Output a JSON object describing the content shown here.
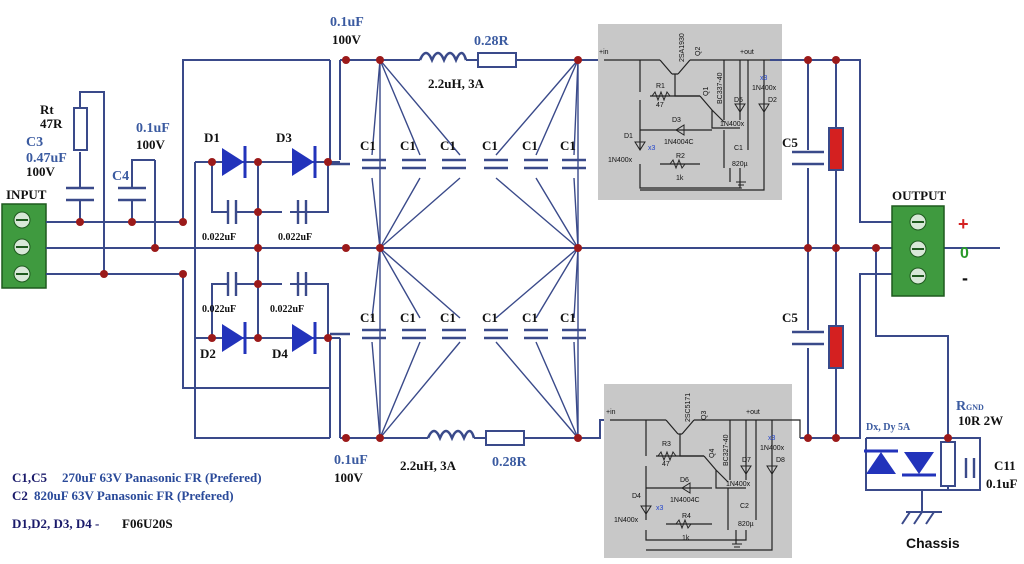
{
  "colors": {
    "wire": "#3a4a8a",
    "node": "#9b1a1a",
    "connector": "#3f9a3f",
    "diode": "#2233bb",
    "resistor_fill": "#d42020",
    "regulator_box": "#c8c8c8",
    "label_blue": "#3a5aa0",
    "plus_red": "#d42020",
    "zero_green": "#2a9a2a"
  },
  "input": {
    "label": "INPUT"
  },
  "output": {
    "label": "OUTPUT",
    "plus": "+",
    "zero": "0",
    "minus": "-"
  },
  "components": {
    "rt_name": "Rt",
    "rt_value": "47R",
    "c3_name": "C3",
    "c3_value": "0.47uF",
    "c3_voltage": "100V",
    "c4_name": "C4",
    "c4_value": "0.1uF",
    "c4_voltage": "100V",
    "d1": "D1",
    "d2": "D2",
    "d3": "D3",
    "d4": "D4",
    "snub_top_left": "0.022uF",
    "snub_top_right": "0.022uF",
    "snub_bot_left": "0.022uF",
    "snub_bot_right": "0.022uF",
    "cap_top_value": "0.1uF",
    "cap_top_voltage": "100V",
    "cap_bot_value": "0.1uF",
    "cap_bot_voltage": "100V",
    "ind_top": "2.2uH, 3A",
    "res_top": "0.28R",
    "ind_bot": "2.2uH, 3A",
    "res_bot": "0.28R",
    "c1": "C1",
    "c5": "C5",
    "dxdy": "Dx, Dy 5A",
    "rgnd_main": "R",
    "rgnd_sub": "GND",
    "rgnd_value": "10R 2W",
    "c11_name": "C11",
    "c11_value": "0.1uF",
    "chassis": "Chassis"
  },
  "regulator_top": {
    "in": "+in",
    "out": "+out",
    "q2_part": "2SA1930",
    "q2": "Q2",
    "r1": "R1",
    "r1_val": "47",
    "q1": "Q1",
    "q1_part": "BC337-40",
    "d5": "D5",
    "d2": "D2",
    "x3a": "x3",
    "d1400a": "1N400x",
    "d3": "D3",
    "d3_part": "1N4004C",
    "d1": "D1",
    "x3b": "x3",
    "d1400b": "1N400x",
    "d1400c": "1N400x",
    "r2": "R2",
    "r2_val": "1k",
    "c1": "C1",
    "c1_val": "820µ"
  },
  "regulator_bot": {
    "in": "+in",
    "out": "+out",
    "q3_part": "2SC5171",
    "q3": "Q3",
    "r3": "R3",
    "r3_val": "47",
    "q4": "Q4",
    "q4_part": "BC327-40",
    "d7": "D7",
    "d8": "D8",
    "x3a": "x3",
    "d1400a": "1N400x",
    "d6": "D6",
    "d6_part": "1N4004C",
    "d4": "D4",
    "x3b": "x3",
    "d1400b": "1N400x",
    "d1400c": "1N400x",
    "r4": "R4",
    "r4_val": "1k",
    "c2": "C2",
    "c2_val": "820µ"
  },
  "notes": {
    "n1_parts": "C1,C5",
    "n1_text": "270uF 63V Panasonic FR  (Prefered)",
    "n2_parts": "C2",
    "n2_text": "820uF 63V Panasonic FR  (Prefered)",
    "n3_parts": "D1,D2, D3, D4 -",
    "n3_text": "F06U20S"
  }
}
